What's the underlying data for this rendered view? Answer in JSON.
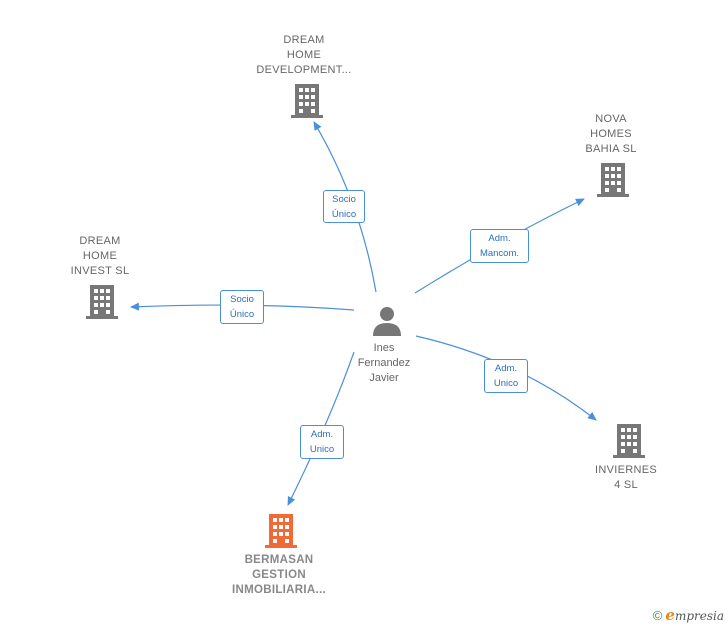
{
  "person": {
    "lines": [
      "Ines",
      "Fernandez",
      "Javier"
    ]
  },
  "companies": {
    "dream_home_development": {
      "lines": [
        "DREAM",
        "HOME",
        "DEVELOPMENT..."
      ]
    },
    "nova_homes_bahia": {
      "lines": [
        "NOVA",
        "HOMES",
        "BAHIA  SL"
      ]
    },
    "dream_home_invest": {
      "lines": [
        "DREAM",
        "HOME",
        "INVEST  SL"
      ]
    },
    "inviernes_4": {
      "lines": [
        "INVIERNES",
        "4  SL"
      ]
    },
    "bermasan": {
      "lines": [
        "BERMASAN",
        "GESTION",
        "INMOBILIARIA..."
      ]
    }
  },
  "relations": {
    "to_development": [
      "Socio",
      "Único"
    ],
    "to_nova": [
      "Adm.",
      "Mancom."
    ],
    "to_invest": [
      "Socio",
      "Único"
    ],
    "to_inviernes": [
      "Adm.",
      "Unico"
    ],
    "to_bermasan": [
      "Adm.",
      "Unico"
    ]
  },
  "colors": {
    "edge": "#4a90d9",
    "building": "#777777",
    "building_highlight": "#f06a35",
    "person": "#777777"
  },
  "footer": {
    "copyright": "©",
    "brand_initial": "e",
    "brand_rest": "mpresia"
  }
}
